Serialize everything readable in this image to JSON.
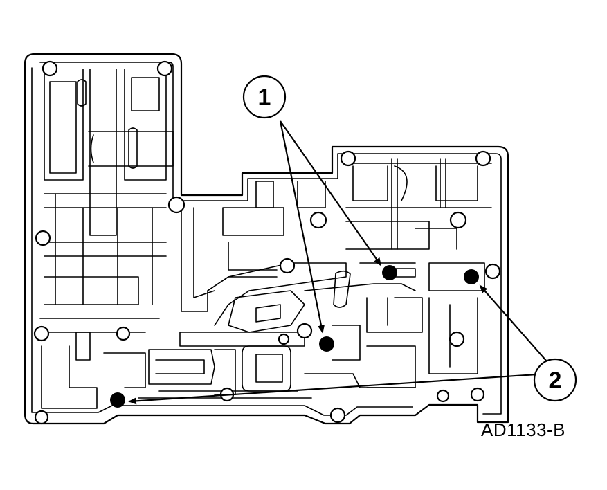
{
  "figure": {
    "reference_code": "AD1133-B",
    "callouts": [
      {
        "id": "callout-1",
        "label": "1"
      },
      {
        "id": "callout-2",
        "label": "2"
      }
    ]
  },
  "colors": {
    "line": "#000000",
    "background": "#ffffff"
  }
}
